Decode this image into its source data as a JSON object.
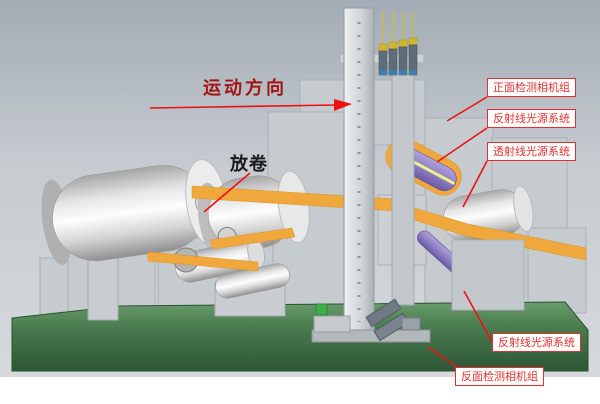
{
  "annotations": {
    "motion_direction": "运动方向",
    "unwind": "放卷"
  },
  "callouts": [
    {
      "id": "front-detect-camera-group",
      "text": "正面检测相机组"
    },
    {
      "id": "reflective-line-light-system-top",
      "text": "反射线光源系统"
    },
    {
      "id": "transmissive-line-light-system",
      "text": "透射线光源系统"
    },
    {
      "id": "reflective-line-light-system-bottom",
      "text": "反射线光源系统"
    },
    {
      "id": "back-detect-camera-group",
      "text": "反面检测相机组"
    }
  ],
  "colors": {
    "callout_red": "#e03030",
    "arrow_red": "#ee1111",
    "web_orange": "#f0a83c",
    "base_green": "#4a7d4f",
    "roller_violet": "#8f7fc5",
    "machine_gray": "#c6cbcf"
  }
}
